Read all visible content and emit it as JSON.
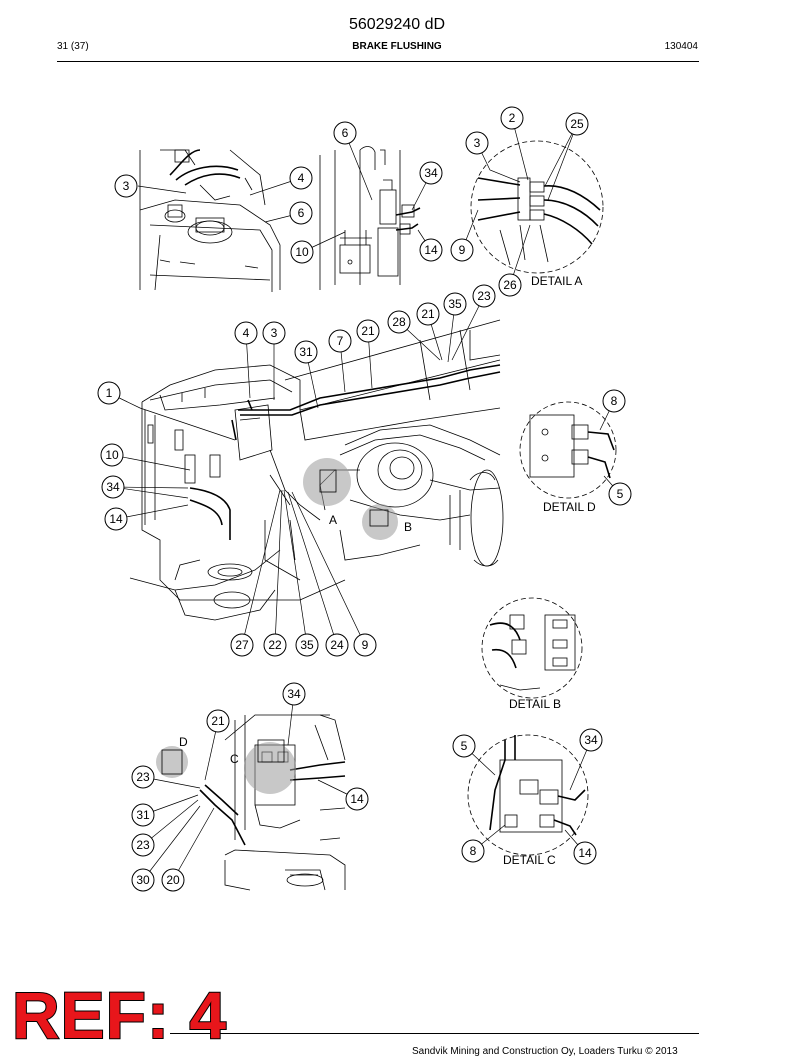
{
  "header": {
    "doc_number": "56029240 dD",
    "page_ref": "31 (37)",
    "section_title": "BRAKE FLUSHING",
    "date_code": "130404"
  },
  "footer": {
    "text": "Sandvik Mining and Construction Oy, Loaders Turku © 2013"
  },
  "stamp": {
    "text": "REF: 4",
    "color": "#e8161b"
  },
  "diagram": {
    "detail_labels": {
      "a": "DETAIL A",
      "b": "DETAIL B",
      "c": "DETAIL C",
      "d": "DETAIL D"
    },
    "letters": [
      "A",
      "B",
      "C",
      "D"
    ],
    "callouts": [
      "3",
      "4",
      "6",
      "6",
      "10",
      "34",
      "14",
      "9",
      "2",
      "25",
      "3",
      "26",
      "1",
      "4",
      "3",
      "31",
      "7",
      "21",
      "28",
      "21",
      "35",
      "23",
      "10",
      "34",
      "14",
      "27",
      "22",
      "35",
      "24",
      "9",
      "8",
      "5",
      "34",
      "21",
      "23",
      "31",
      "23",
      "30",
      "20",
      "14",
      "5",
      "34",
      "8",
      "14"
    ]
  }
}
